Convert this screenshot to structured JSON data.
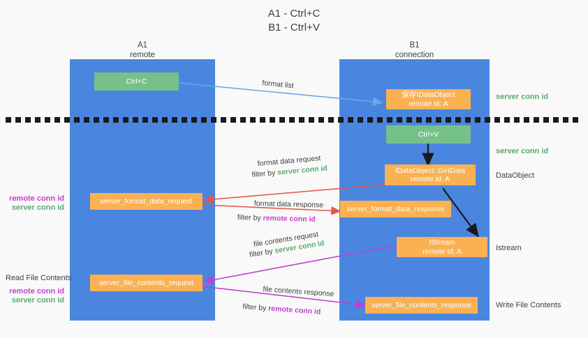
{
  "title": {
    "line1": "A1 - Ctrl+C",
    "line2": "B1 - Ctrl+V"
  },
  "lanes": [
    {
      "id": "A1",
      "title": "A1",
      "subtitle": "remote",
      "color": "#4a86e0"
    },
    {
      "id": "B1",
      "title": "B1",
      "subtitle": "connection",
      "color": "#4a86e0"
    }
  ],
  "colors": {
    "lane": "#4a86e0",
    "green_box": "#76c18a",
    "orange_box": "#fbb152",
    "server_conn_id": "#5aab6e",
    "remote_conn_id": "#c13fd1",
    "arrow_blue": "#6aa9e8",
    "arrow_red": "#e2574a",
    "arrow_magenta": "#c13fd1",
    "arrow_black": "#1a1a1a",
    "background": "#f9f9f9"
  },
  "boxes": {
    "ctrl_c": {
      "line1": "Ctrl+C",
      "line2": ""
    },
    "save_idataobject": {
      "line1": "保存IDataObject",
      "line2": "remote id: A"
    },
    "ctrl_v": {
      "line1": "Ctrl+V",
      "line2": ""
    },
    "getdata": {
      "line1": "IDataObject::GetData",
      "line2": "remote id: A"
    },
    "format_data_request": {
      "line1": "server_format_data_request",
      "line2": ""
    },
    "format_data_response": {
      "line1": "server_format_data_response",
      "line2": ""
    },
    "istream": {
      "line1": "IStream",
      "line2": "remote id: A"
    },
    "file_contents_request": {
      "line1": "server_file_contents_request",
      "line2": ""
    },
    "file_contents_response": {
      "line1": "server_file_contents_response",
      "line2": ""
    }
  },
  "side_labels": {
    "server_conn_id_top": "server conn id",
    "server_conn_id_paste": "server conn id",
    "dataobject": "DataObject",
    "istream": "Istream",
    "write_file_contents": "Write File Contents",
    "read_file_contents": "Read File Contents",
    "remote_conn_id_mid": "remote conn id",
    "server_conn_id_mid": "server conn id",
    "remote_conn_id_low": "remote conn id",
    "server_conn_id_low": "server conn id"
  },
  "edge_captions": {
    "format_list": "format list",
    "format_data_request": "format data request",
    "format_data_request_filter_prefix": "filter by ",
    "format_data_request_filter_value": "server conn id",
    "format_data_response": "format data response",
    "format_data_response_filter_prefix": "filter by ",
    "format_data_response_filter_value": "remote conn id",
    "file_contents_request": "file contents request",
    "file_contents_request_filter_prefix": "filter by ",
    "file_contents_request_filter_value": "server conn id",
    "file_contents_response": "file contents response",
    "file_contents_response_filter_prefix": "filter by ",
    "file_contents_response_filter_value": "remote conn id"
  }
}
